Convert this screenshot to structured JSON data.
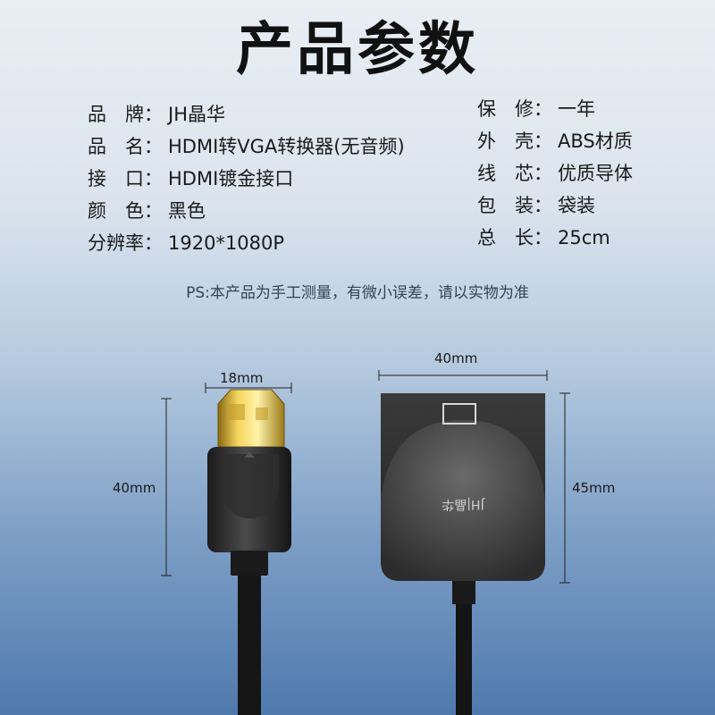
{
  "title": "产品参数",
  "specs_left": [
    {
      "key": "品　牌：",
      "value": "JH晶华"
    },
    {
      "key": "品　名：",
      "value": "HDMI转VGA转换器(无音频)"
    },
    {
      "key": "接　口：",
      "value": "HDMI镀金接口"
    },
    {
      "key": "颜　色：",
      "value": "黑色"
    },
    {
      "key": "分辨率：",
      "value": "1920*1080P"
    }
  ],
  "specs_right": [
    {
      "key": "保　修：",
      "value": "一年"
    },
    {
      "key": "外　壳：",
      "value": "ABS材质"
    },
    {
      "key": "线　芯：",
      "value": "优质导体"
    },
    {
      "key": "包　装：",
      "value": "袋装"
    },
    {
      "key": "总　长：",
      "value": "25cm"
    }
  ],
  "note": "PS:本产品为手工测量，有微小误差，请以实物为准",
  "dimensions": {
    "plug_width": "18mm",
    "plug_height": "40mm",
    "box_width": "40mm",
    "box_height": "45mm"
  },
  "logo_text": "JH|晶华"
}
